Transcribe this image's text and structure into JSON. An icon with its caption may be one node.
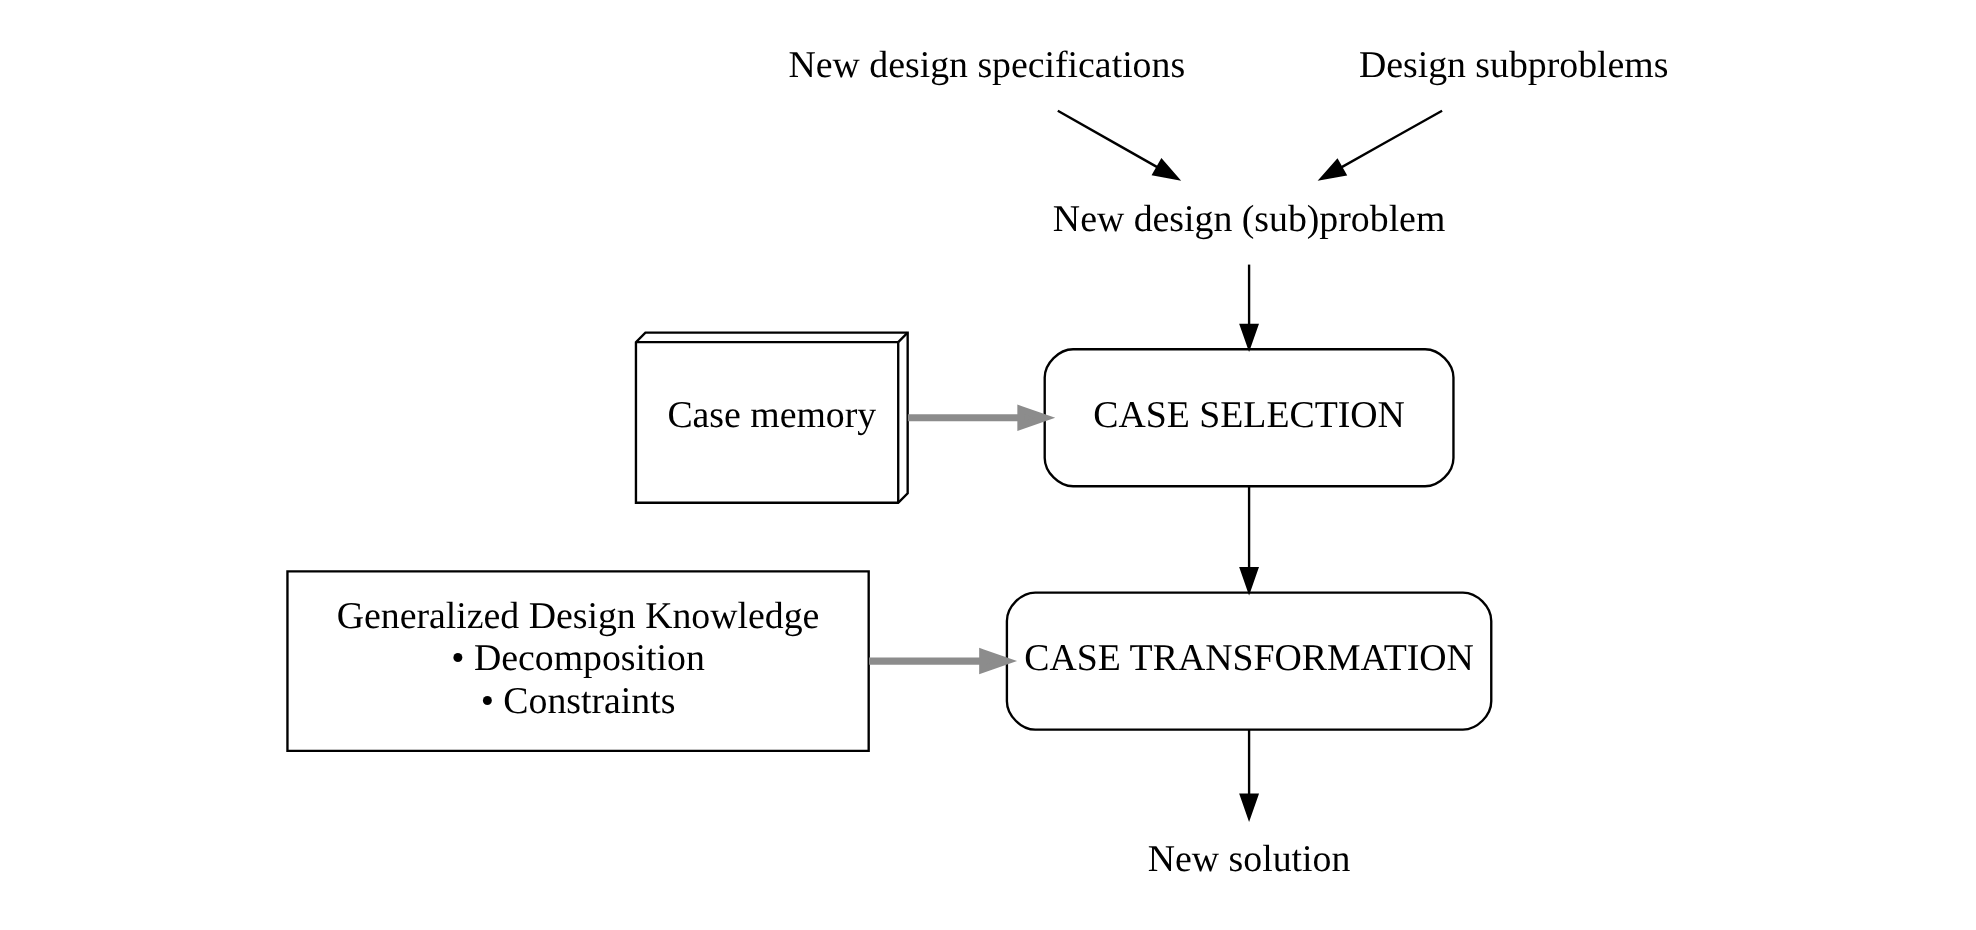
{
  "diagram": {
    "nodes": [
      {
        "text": [
          "New design specifications"
        ]
      },
      {
        "text": [
          "Design subproblems"
        ]
      },
      {
        "text": [
          "New design (sub)problem"
        ]
      },
      {
        "text": [
          "CASE SELECTION"
        ]
      },
      {
        "text": [
          "Case memory"
        ]
      },
      {
        "text": [
          "CASE TRANSFORMATION"
        ]
      },
      {
        "text": [
          "Generalized Design Knowledge",
          "• Decomposition",
          "• Constraints"
        ]
      },
      {
        "text": [
          "New solution"
        ]
      }
    ],
    "edges": [
      {
        "from": 0,
        "to": 2,
        "arrow": "to"
      },
      {
        "from": 1,
        "to": 2,
        "arrow": "to"
      },
      {
        "from": 2,
        "to": 3,
        "arrow": "to"
      },
      {
        "from": 4,
        "to": 3,
        "arrow": "to",
        "style": "thick",
        "color": "#8c8c8c"
      },
      {
        "from": 3,
        "to": 5,
        "arrow": "to"
      },
      {
        "from": 6,
        "to": 5,
        "arrow": "to",
        "style": "thick",
        "color": "#8c8c8c"
      },
      {
        "from": 5,
        "to": 7,
        "arrow": "to"
      }
    ]
  }
}
